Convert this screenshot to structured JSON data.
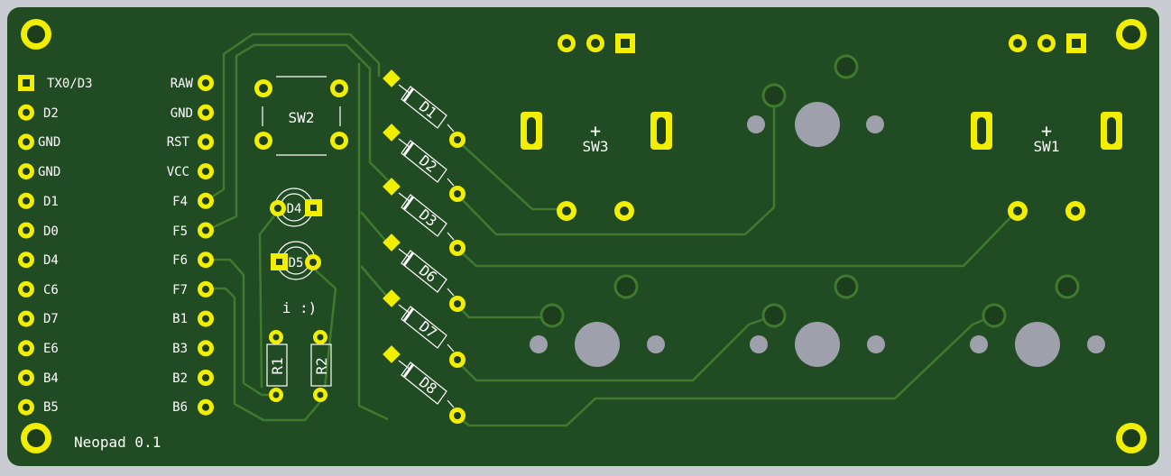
{
  "board": {
    "colors": {
      "background": "#c9ccd2",
      "pcb": "#214b23",
      "trace": "#3f7a2e",
      "pad": "#f2ee00",
      "silk": "#ffffff",
      "hole": "#9ea0ac",
      "drill": "#1d3e1c"
    },
    "title": "Neopad 0.1",
    "smiley": "i :)",
    "pro_micro": {
      "left_pins": [
        "TX0/D3",
        "D2",
        "GND",
        "GND",
        "D1",
        "D0",
        "D4",
        "C6",
        "D7",
        "E6",
        "B4",
        "B5"
      ],
      "right_pins": [
        "RAW",
        "GND",
        "RST",
        "VCC",
        "F4",
        "F5",
        "F6",
        "F7",
        "B1",
        "B3",
        "B2",
        "B6"
      ]
    },
    "components": {
      "reset_switch": "SW2",
      "led_top": "D4",
      "led_bottom": "D5",
      "resistors": [
        "R1",
        "R2"
      ],
      "diodes": [
        "D1",
        "D2",
        "D3",
        "D6",
        "D7",
        "D8"
      ],
      "encoders": [
        "SW3",
        "SW1"
      ],
      "encoder_plus": "+"
    }
  }
}
